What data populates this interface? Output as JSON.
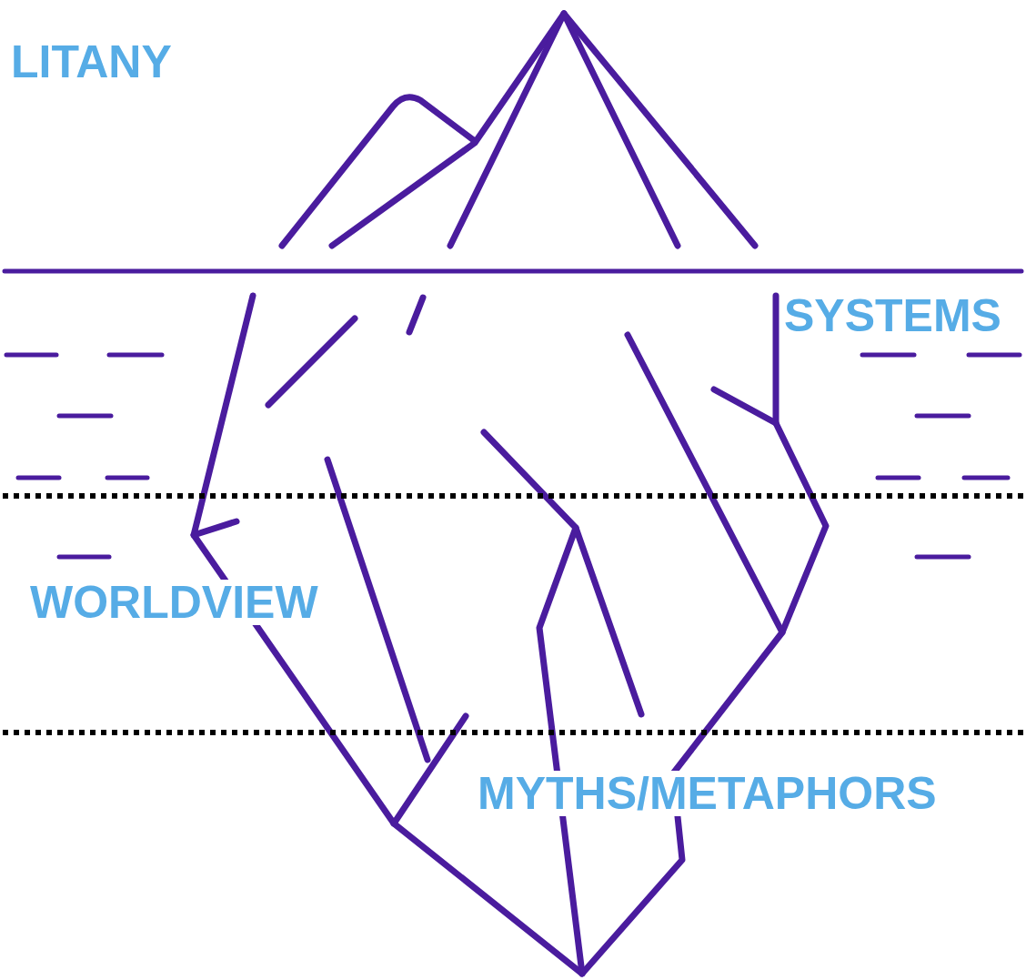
{
  "diagram": {
    "labels": [
      "LITANY",
      "SYSTEMS",
      "WORLDVIEW",
      "MYTHS/METAPHORS"
    ]
  }
}
